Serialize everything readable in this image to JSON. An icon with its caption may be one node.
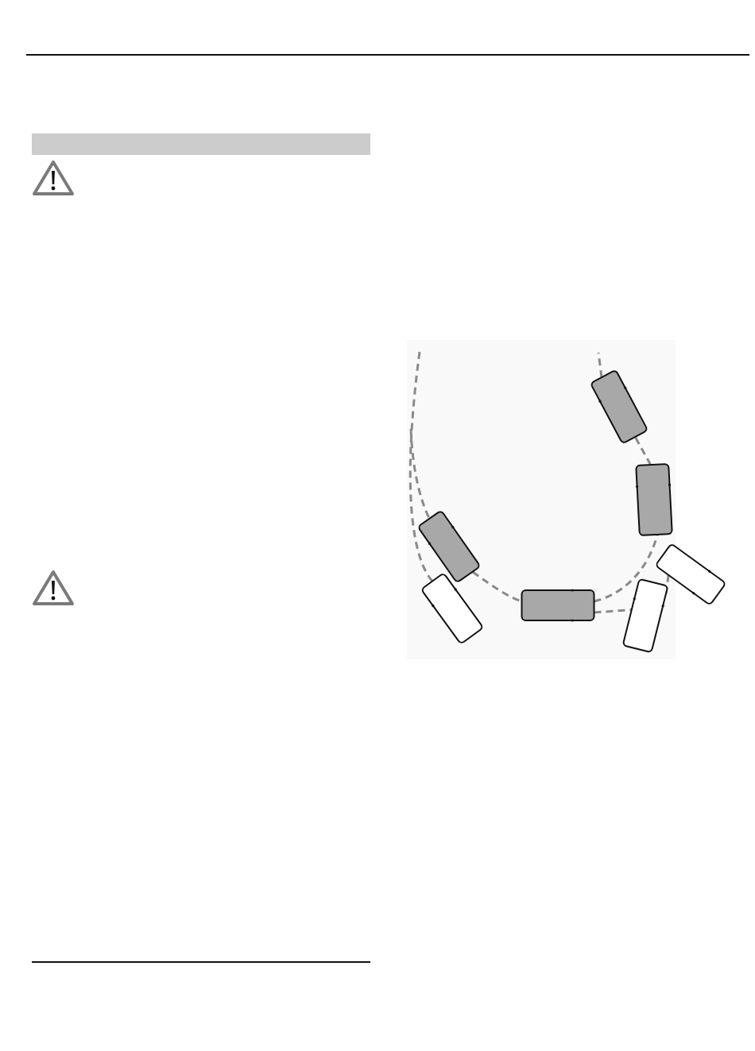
{
  "diagram": {
    "nodes": [
      {
        "text": [],
        "shape": "bar"
      },
      {
        "text": [],
        "shape": "box"
      },
      {
        "text": [],
        "shape": "box"
      },
      {
        "text": [],
        "shape": "box"
      },
      {
        "text": [],
        "shape": "box"
      },
      {
        "text": [],
        "shape": "box"
      },
      {
        "text": [],
        "shape": "box"
      },
      {
        "text": [],
        "shape": "box"
      }
    ],
    "edges": [
      {
        "from": null,
        "to": 6,
        "arrow": "none",
        "style": "dashed"
      },
      {
        "from": null,
        "to": 3,
        "arrow": "none",
        "style": "dashed"
      },
      {
        "from": 3,
        "to": 5,
        "arrow": "none",
        "style": "dashed"
      },
      {
        "from": 5,
        "to": 2,
        "arrow": "none",
        "style": "dashed"
      },
      {
        "from": 2,
        "to": 1,
        "arrow": "none",
        "style": "dashed"
      },
      {
        "from": 1,
        "to": null,
        "arrow": "none",
        "style": "dashed"
      },
      {
        "from": 5,
        "to": 7,
        "arrow": "none",
        "style": "dashed"
      },
      {
        "from": 7,
        "to": 4,
        "arrow": "none",
        "style": "dashed"
      }
    ]
  }
}
